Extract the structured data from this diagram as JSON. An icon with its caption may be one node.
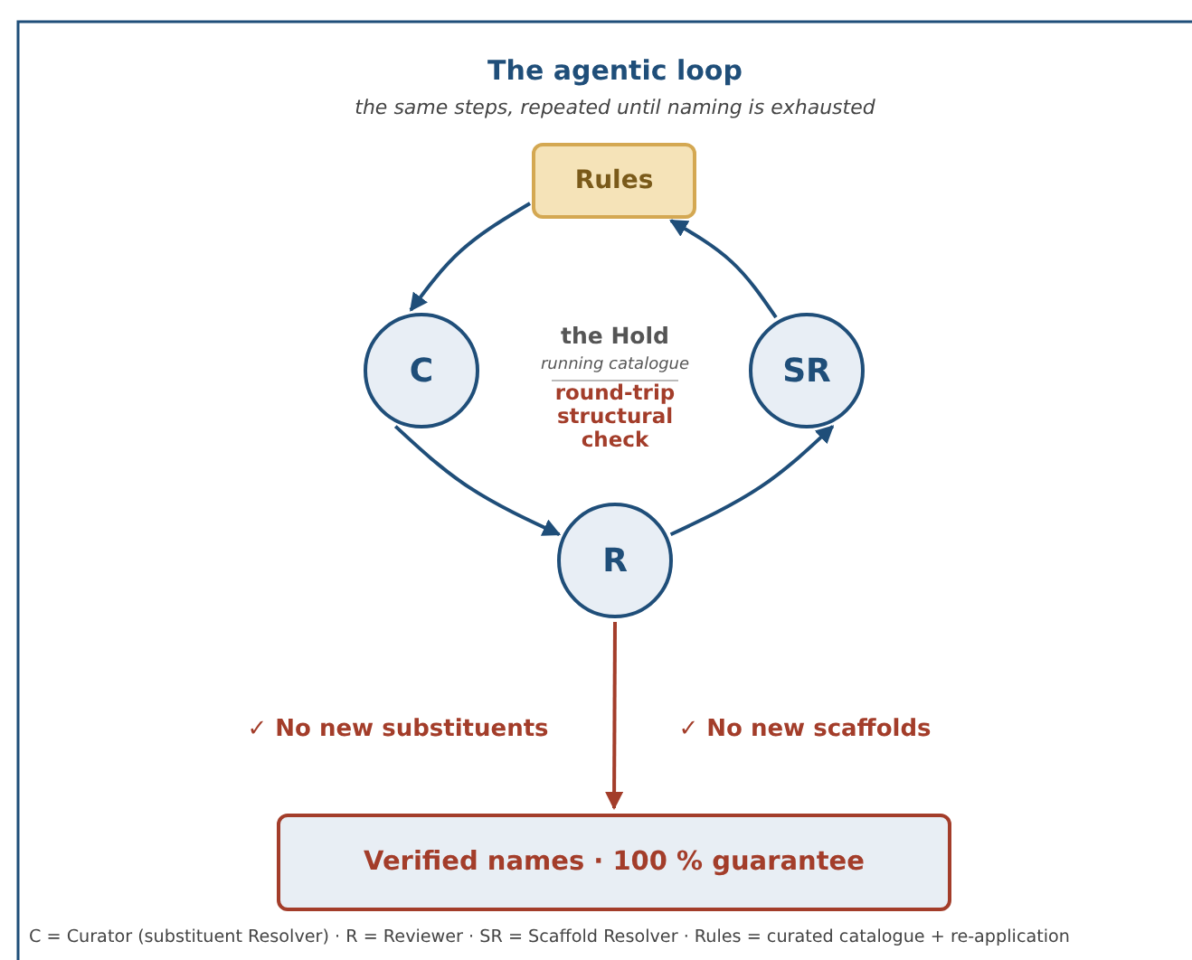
{
  "diagram": {
    "title": "The agentic loop",
    "caption": "the same steps, repeated until naming is exhausted",
    "nodes": [
      {
        "text": [
          "Rules"
        ]
      },
      {
        "text": [
          "C"
        ]
      },
      {
        "text": [
          "SR"
        ]
      },
      {
        "text": [
          "R"
        ]
      },
      {
        "text": [
          "Verified names · 100 % guarantee"
        ]
      }
    ],
    "edges": [
      {
        "from": 0,
        "to": 1,
        "arrow": "to"
      },
      {
        "from": 1,
        "to": 3,
        "arrow": "to"
      },
      {
        "from": 3,
        "to": 2,
        "arrow": "to"
      },
      {
        "from": 2,
        "to": 0,
        "arrow": "to"
      },
      {
        "from": 3,
        "to": 4,
        "arrow": "to",
        "color": "#a33d2a"
      }
    ],
    "labels": [
      "the Hold",
      "running catalogue",
      "round-trip structural check",
      "✓ No new substituents",
      "✓ No new scaffolds",
      "C = Curator (substituent Resolver) · R = Reviewer · SR = Scaffold Resolver · Rules = curated catalogue + re-application"
    ]
  }
}
